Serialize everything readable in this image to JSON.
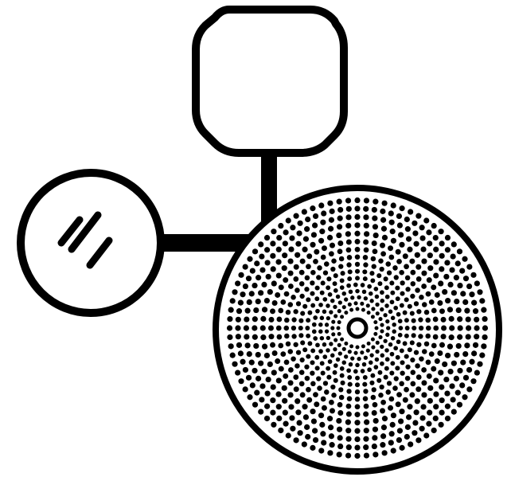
{
  "figure": {
    "elements": [
      "rounded-square-node",
      "glass-circle-node",
      "dotted-disc-node",
      "vertical-connector",
      "horizontal-connector"
    ]
  },
  "colors": {
    "stroke": "#000000",
    "fill": "#ffffff",
    "background": "#ffffff"
  },
  "icons": {
    "glass": "glass-reflection-icon",
    "disc": "concentric-dot-disc-icon"
  }
}
